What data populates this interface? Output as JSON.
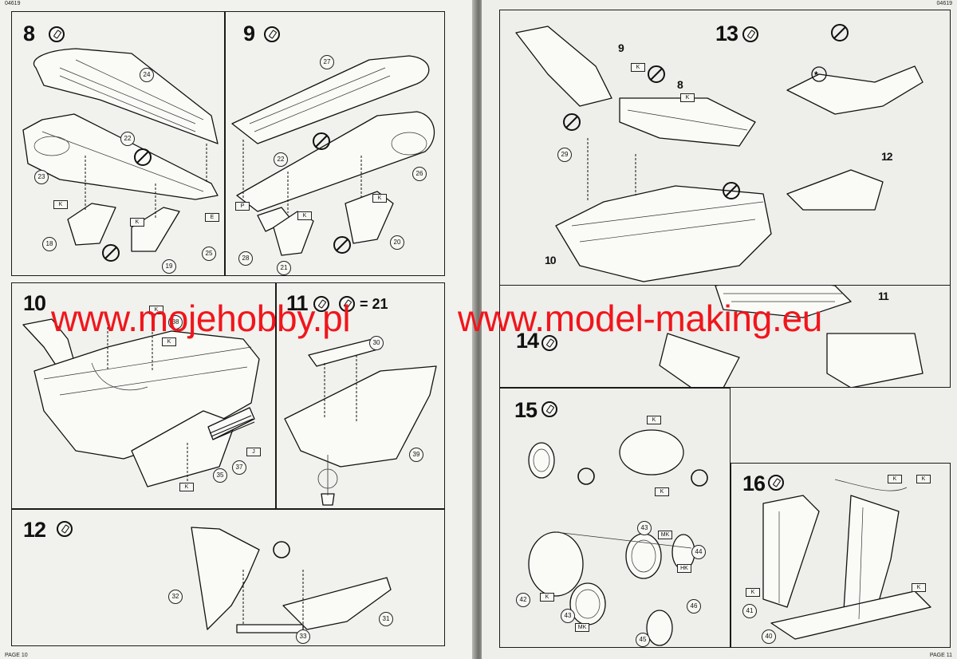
{
  "pages": {
    "left_code": "04619",
    "right_code": "04619",
    "left_number": "PAGE 10",
    "right_number": "PAGE 11"
  },
  "watermarks": {
    "site1": "www.mojehobby.pl",
    "site2": "www.model-making.eu"
  },
  "steps": {
    "s8": "8",
    "s9": "9",
    "s10": "10",
    "s11": "11",
    "s11_eq": "= 21",
    "s12": "12",
    "s13": "13",
    "s13_label9": "9",
    "s13_label8": "8",
    "s13_label12": "12",
    "s13_label10": "10",
    "s13_label11": "11",
    "s14": "14",
    "s15": "15",
    "s16": "16"
  },
  "parts": {
    "p8": [
      "24",
      "22",
      "23",
      "18",
      "19",
      "25"
    ],
    "p9": [
      "27",
      "22",
      "26",
      "28",
      "21",
      "20"
    ],
    "p10": [
      "38",
      "37",
      "35"
    ],
    "p11": [
      "30",
      "39"
    ],
    "p12": [
      "32",
      "33",
      "31"
    ],
    "p13": [
      "29"
    ],
    "p15": [
      "43",
      "44",
      "42",
      "43",
      "46",
      "45"
    ],
    "p16": [
      "41",
      "40"
    ]
  },
  "decals": {
    "K": "K",
    "P": "P",
    "E": "E",
    "J": "J",
    "MK": "MK",
    "HK": "HK"
  },
  "icons": [
    "glue-icon",
    "no-glue-icon",
    "star-icon"
  ],
  "colors": {
    "paper": "#f1f1ee",
    "ink": "#111111",
    "watermark": "#f0161c"
  }
}
